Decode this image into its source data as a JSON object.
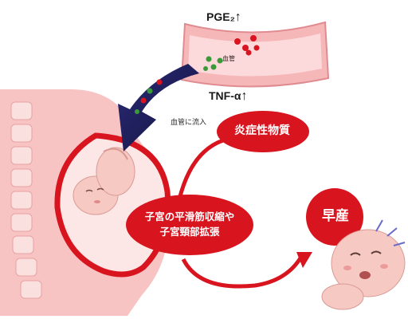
{
  "labels": {
    "pge2": "PGE₂",
    "tnf": "TNF-α",
    "up_arrow": "↑",
    "vessel": "血管",
    "inflow": "血管に流入",
    "inflammatory": "炎症性物質",
    "uterus_line1": "子宮の平滑筋収縮や",
    "uterus_line2": "子宮頸部拡張",
    "preterm": "早産"
  },
  "colors": {
    "bubble_red": "#d8141e",
    "arrow_navy": "#1c1c5a",
    "body_pink": "#f7c3c3",
    "vessel_pink": "#f6b7b9",
    "baby_skin": "#f7c9c3"
  }
}
